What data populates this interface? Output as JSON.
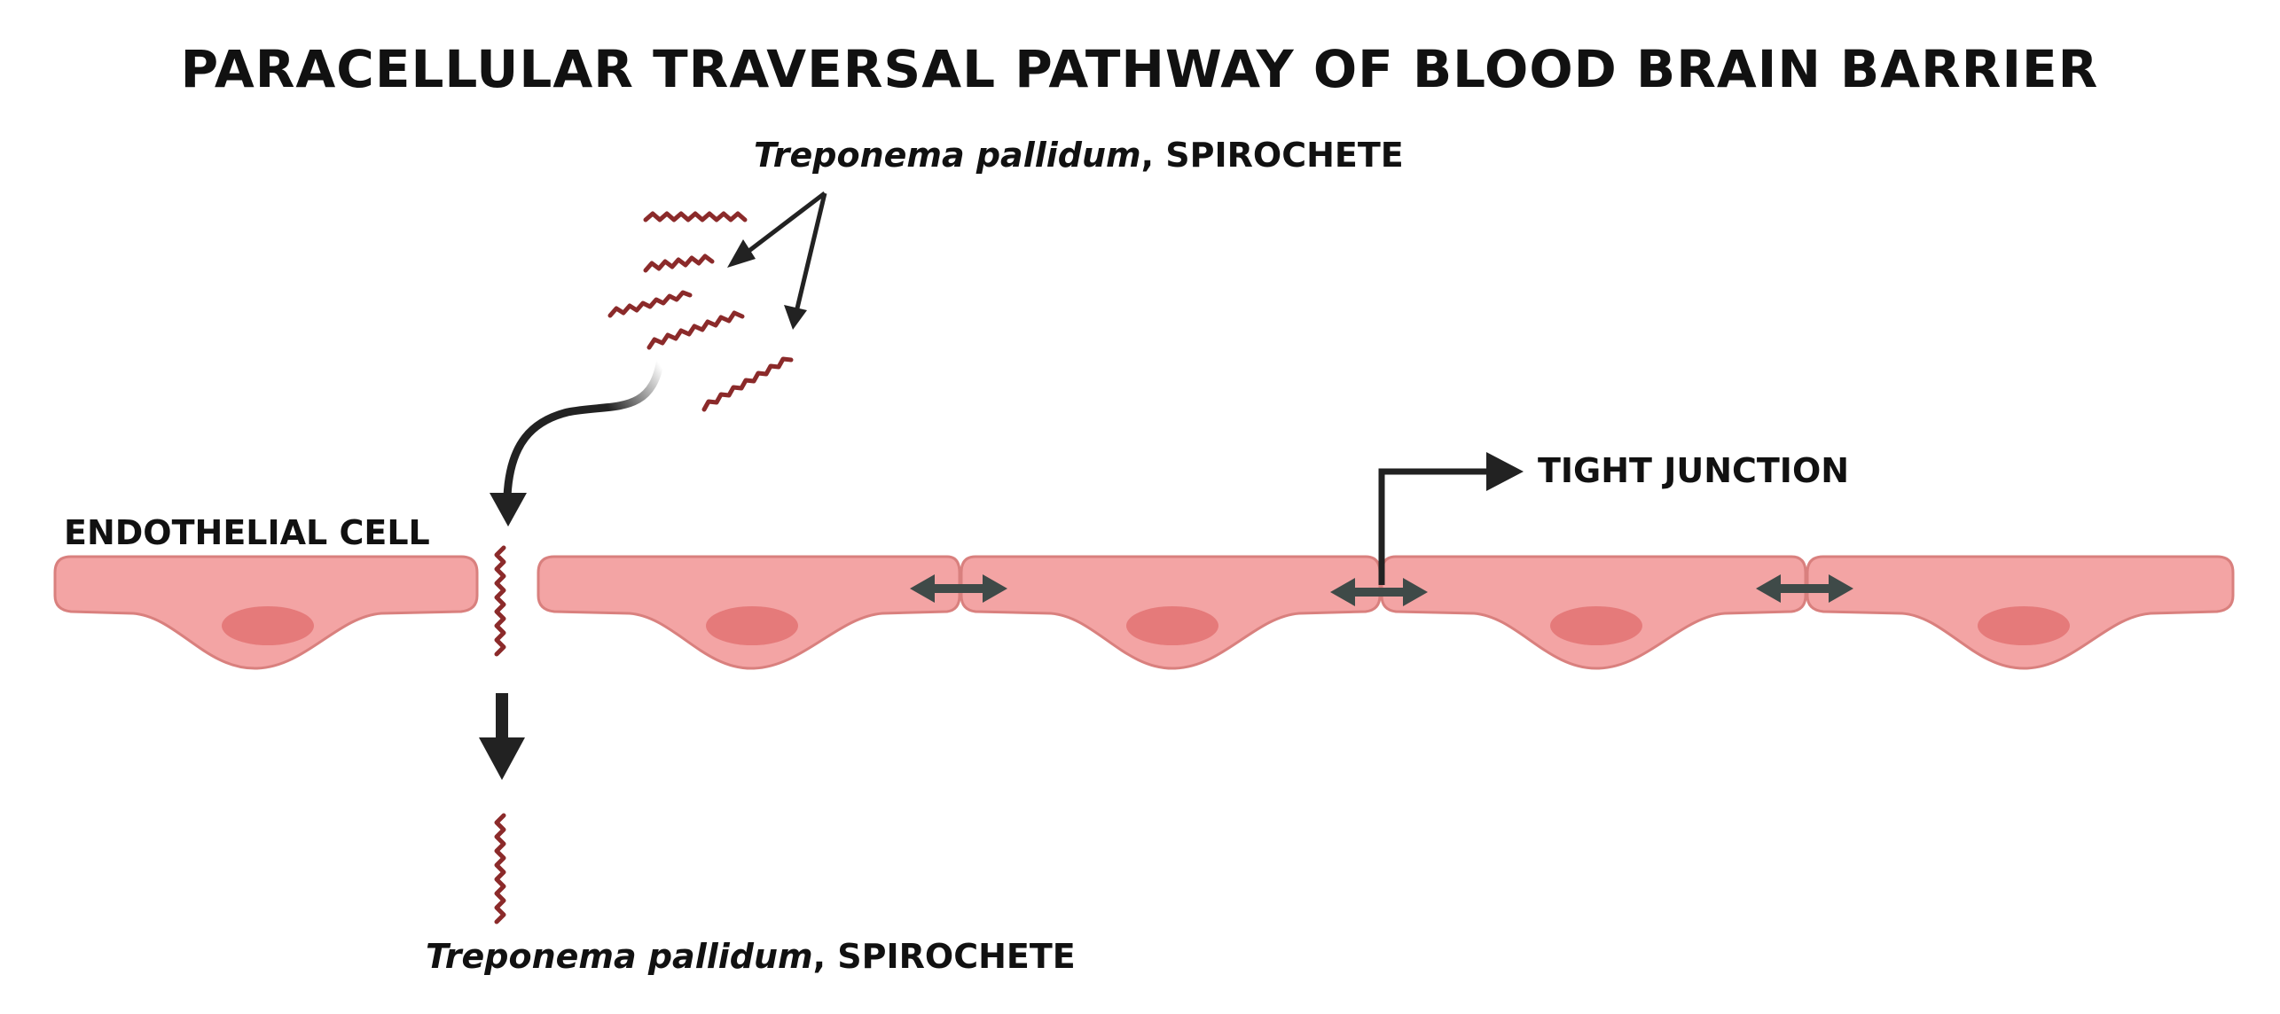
{
  "title": "PARACELLULAR TRAVERSAL PATHWAY OF BLOOD BRAIN BARRIER",
  "top_label": {
    "species": "Treponema pallidum",
    "rest": ", SPIROCHETE"
  },
  "bottom_label": {
    "species": "Treponema pallidum",
    "rest": ", SPIROCHETE"
  },
  "endothelial_label": "ENDOTHELIAL CELL",
  "tight_junction_label": "TIGHT JUNCTION",
  "colors": {
    "cell": "#f3a4a4",
    "cell_outline": "#d9807e",
    "nucleus": "#e57a7a",
    "spirochete": "#8b2a2a",
    "junction": "#3f4a48",
    "arrow": "#222222"
  }
}
